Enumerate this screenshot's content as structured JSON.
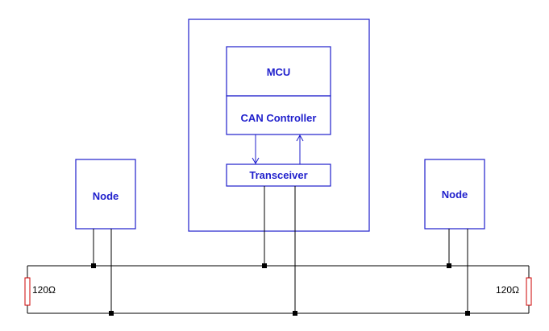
{
  "diagram": {
    "mcu_label": "MCU",
    "can_controller_label": "CAN Controller",
    "transceiver_label": "Transceiver",
    "node_left_label": "Node",
    "node_right_label": "Node",
    "resistor_left_label": "120Ω",
    "resistor_right_label": "120Ω"
  },
  "colors": {
    "box_stroke": "#1f1fcc",
    "wire": "#000000",
    "resistor": "#cc0000"
  }
}
